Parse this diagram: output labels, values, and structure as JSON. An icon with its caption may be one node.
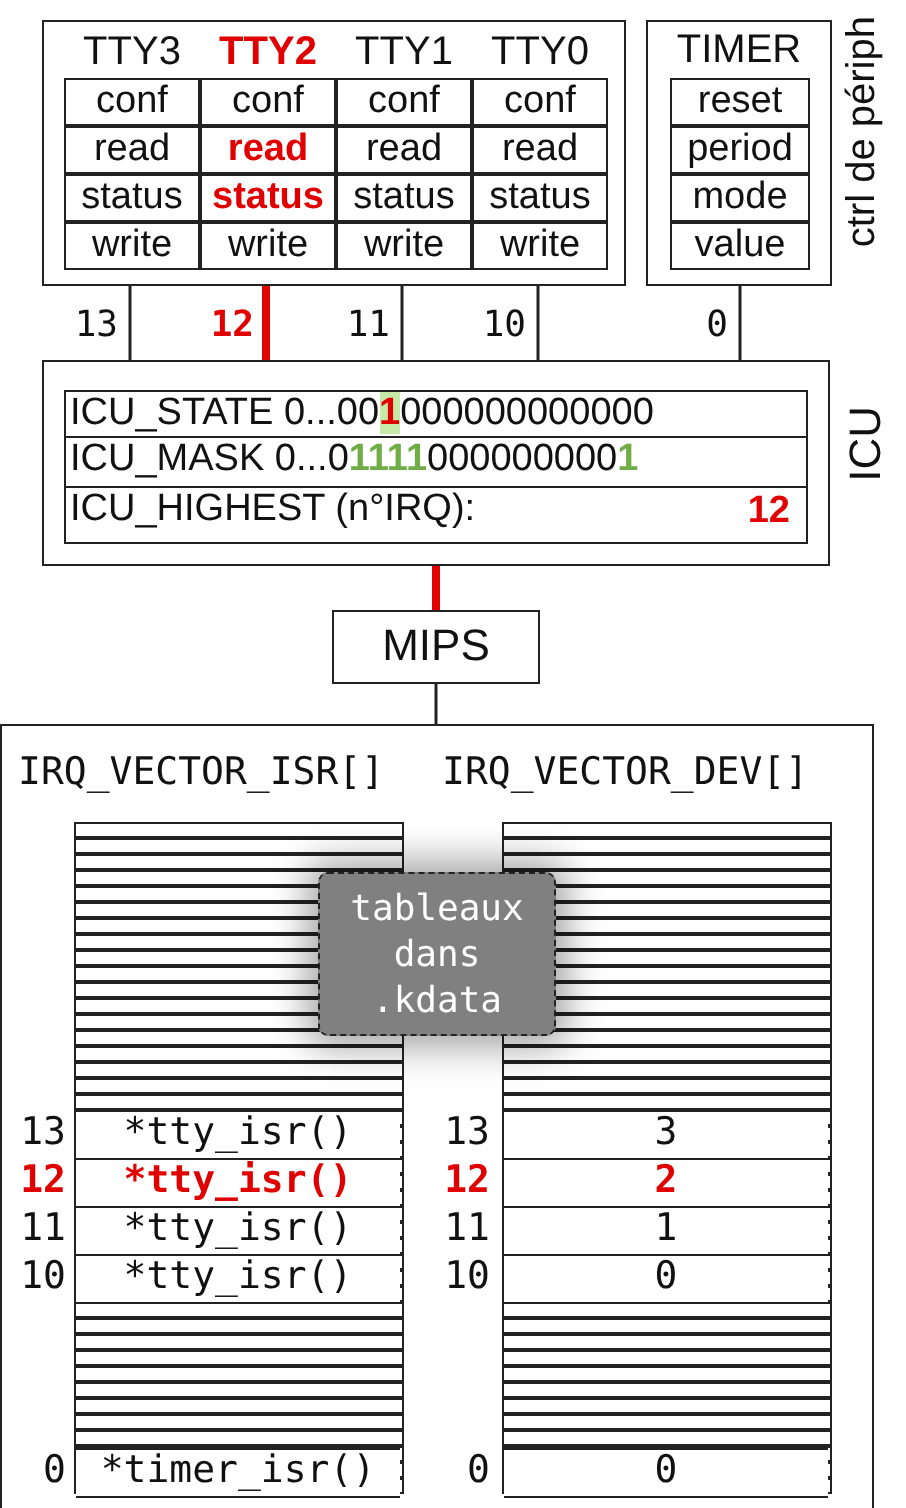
{
  "diagram": {
    "nodes": [
      {
        "text": [],
        "shape": "box"
      },
      {
        "text": [
          "TTY3",
          "conf",
          "read",
          "status",
          "write"
        ],
        "in": 0
      },
      {
        "text": [
          "TTY2",
          "conf",
          "read",
          "status",
          "write"
        ],
        "in": 0
      },
      {
        "text": [
          "TTY1",
          "conf",
          "read",
          "status",
          "write"
        ],
        "in": 0
      },
      {
        "text": [
          "TTY0",
          "conf",
          "read",
          "status",
          "write"
        ],
        "in": 0
      },
      {
        "text": [
          "TIMER",
          "reset",
          "period",
          "mode",
          "value"
        ]
      },
      {
        "text": [
          "ICU_STATE 0...00**1**000000000000",
          "ICU_MASK 0...0**1111**000000000**1**",
          "ICU_HIGHEST (n°IRQ):",
          "12",
          "ICU"
        ]
      },
      {
        "text": [
          "MIPS"
        ]
      },
      {
        "text": [],
        "shape": "box"
      },
      {
        "text": [
          "IRQ_VECTOR_ISR[]",
          "*tty_isr()",
          "*tty_isr()",
          "*tty_isr()",
          "*tty_isr()",
          "*timer_isr()"
        ],
        "beside": [
          "13",
          "12",
          "11",
          "10",
          "0"
        ],
        "in": 8
      },
      {
        "text": [
          "IRQ_VECTOR_DEV[]",
          "3",
          "2",
          "1",
          "0",
          "0"
        ],
        "beside": [
          "13",
          "12",
          "11",
          "10",
          "0"
        ],
        "in": 8
      },
      {
        "text": [
          "tableaux dans .kdata"
        ],
        "in": 8
      }
    ],
    "edges": [
      {
        "from": 1,
        "to": 6,
        "arrow": "none",
        "label": "13"
      },
      {
        "from": 2,
        "to": 6,
        "arrow": "none",
        "label": "12",
        "style": "thick",
        "color": "#e00000"
      },
      {
        "from": 3,
        "to": 6,
        "arrow": "none",
        "label": "11"
      },
      {
        "from": 4,
        "to": 6,
        "arrow": "none",
        "label": "10"
      },
      {
        "from": 5,
        "to": 6,
        "arrow": "none",
        "label": "0"
      },
      {
        "from": 6,
        "to": 7,
        "arrow": "none",
        "style": "thick",
        "color": "#e00000"
      },
      {
        "from": 7,
        "to": 8,
        "arrow": "none"
      }
    ],
    "labels": [
      "ctrl de périph"
    ]
  }
}
